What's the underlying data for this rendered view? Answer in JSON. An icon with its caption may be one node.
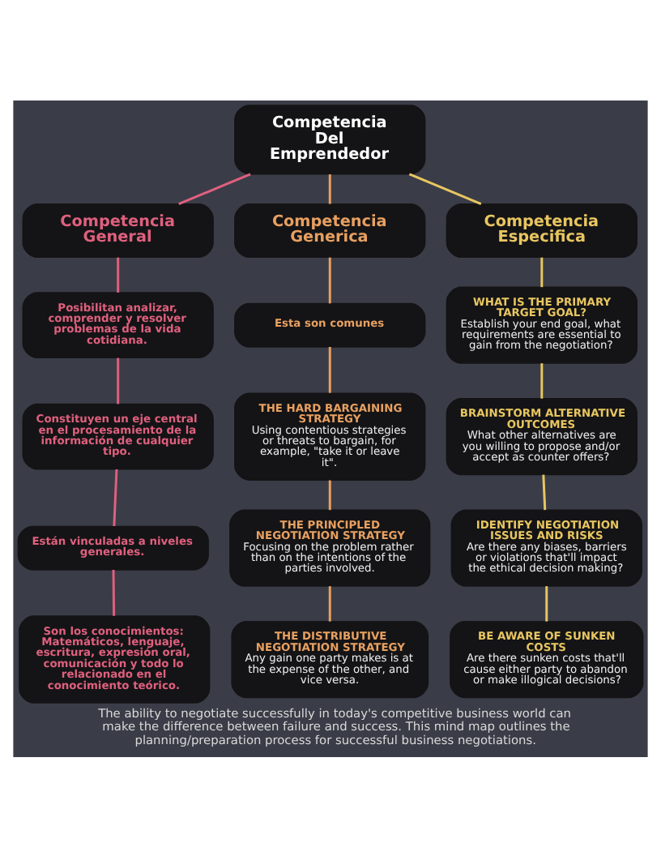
{
  "diagram": {
    "caption": "The ability to negotiate successfully in today's competitive business world can make the difference between failure and success. This mind map outlines the planning/preparation process for successful business negotiations.",
    "nodes": [
      {
        "text": [
          "Competencia Del Emprendedor"
        ]
      },
      {
        "text": [
          "Competencia General"
        ]
      },
      {
        "text": [
          "Competencia Generica"
        ]
      },
      {
        "text": [
          "Competencia Especifica"
        ]
      },
      {
        "text": [
          "Posibilitan analizar, comprender y resolver problemas de la vida cotidiana."
        ]
      },
      {
        "text": [
          "Esta son comunes"
        ]
      },
      {
        "text": [
          "WHAT IS THE PRIMARY TARGET GOAL?",
          "Establish your end goal, what requirements are essential to gain from the negotiation?"
        ]
      },
      {
        "text": [
          "Constituyen un eje central en el procesamiento de la información de cualquier tipo."
        ]
      },
      {
        "text": [
          "THE HARD BARGAINING STRATEGY",
          "Using contentious strategies or threats to bargain, for example, \"take it or leave it\"."
        ]
      },
      {
        "text": [
          "BRAINSTORM ALTERNATIVE OUTCOMES",
          "What other alternatives are you willing to propose and/or accept as counter offers?"
        ]
      },
      {
        "text": [
          "Están vinculadas a niveles generales."
        ]
      },
      {
        "text": [
          "THE PRINCIPLED NEGOTIATION STRATEGY",
          "Focusing on the problem rather than on the intentions of the parties involved."
        ]
      },
      {
        "text": [
          "IDENTIFY NEGOTIATION ISSUES AND RISKS",
          "Are there any biases, barriers or violations that'll impact the ethical decision making?"
        ]
      },
      {
        "text": [
          "Son los conocimientos: Matemáticos, lenguaje, escritura, expresión oral, comunicación y todo lo relacionado en el conocimiento teórico."
        ]
      },
      {
        "text": [
          "THE DISTRIBUTIVE NEGOTIATION STRATEGY",
          "Any gain one party makes is at the expense of the other, and vice versa."
        ]
      },
      {
        "text": [
          "BE AWARE OF SUNKEN COSTS",
          "Are there sunken costs that'll cause either party to abandon or make illogical decisions?"
        ]
      }
    ],
    "edges": [
      {
        "from": 0,
        "to": 1,
        "arrow": "none",
        "color": "#e0607e"
      },
      {
        "from": 0,
        "to": 2,
        "arrow": "none",
        "color": "#e8a060"
      },
      {
        "from": 0,
        "to": 3,
        "arrow": "none",
        "color": "#e8c660"
      },
      {
        "from": 1,
        "to": 4,
        "arrow": "none",
        "color": "#e0607e"
      },
      {
        "from": 4,
        "to": 7,
        "arrow": "none",
        "color": "#e0607e"
      },
      {
        "from": 7,
        "to": 10,
        "arrow": "none",
        "color": "#e0607e"
      },
      {
        "from": 10,
        "to": 13,
        "arrow": "none",
        "color": "#e0607e"
      },
      {
        "from": 2,
        "to": 5,
        "arrow": "none",
        "color": "#e8a060"
      },
      {
        "from": 5,
        "to": 8,
        "arrow": "none",
        "color": "#e8a060"
      },
      {
        "from": 8,
        "to": 11,
        "arrow": "none",
        "color": "#e8a060"
      },
      {
        "from": 11,
        "to": 14,
        "arrow": "none",
        "color": "#e8a060"
      },
      {
        "from": 3,
        "to": 6,
        "arrow": "none",
        "color": "#e8c660"
      },
      {
        "from": 6,
        "to": 9,
        "arrow": "none",
        "color": "#e8c660"
      },
      {
        "from": 9,
        "to": 12,
        "arrow": "none",
        "color": "#e8c660"
      },
      {
        "from": 12,
        "to": 15,
        "arrow": "none",
        "color": "#e8c660"
      }
    ]
  }
}
